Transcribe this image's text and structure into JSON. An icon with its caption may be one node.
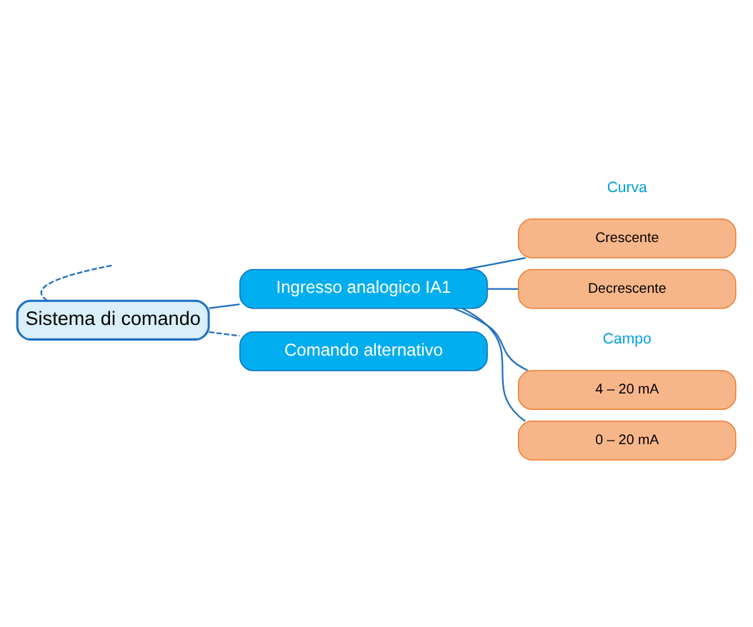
{
  "diagram": {
    "nodes": [
      {
        "text": [
          "Sistema di comando"
        ]
      },
      {
        "text": [
          "Ingresso analogico IA1"
        ]
      },
      {
        "text": [
          "Crescente"
        ]
      },
      {
        "text": [
          "Decrescente"
        ]
      },
      {
        "text": [
          "4 – 20 mA"
        ]
      },
      {
        "text": [
          "0 – 20 mA"
        ]
      },
      {
        "text": [
          "Comando alternativo"
        ]
      }
    ],
    "edges": [
      {
        "from": 0,
        "to": null,
        "arrow": "none",
        "style": "dashed"
      },
      {
        "from": 0,
        "to": 1,
        "arrow": "none"
      },
      {
        "from": 1,
        "to": 2,
        "arrow": "none"
      },
      {
        "from": 1,
        "to": 3,
        "arrow": "none"
      },
      {
        "from": 1,
        "to": 4,
        "arrow": "none"
      },
      {
        "from": 1,
        "to": 5,
        "arrow": "none"
      },
      {
        "from": 0,
        "to": 6,
        "arrow": "none",
        "style": "dashed"
      }
    ],
    "labels": [
      "Curva",
      "Campo"
    ]
  }
}
